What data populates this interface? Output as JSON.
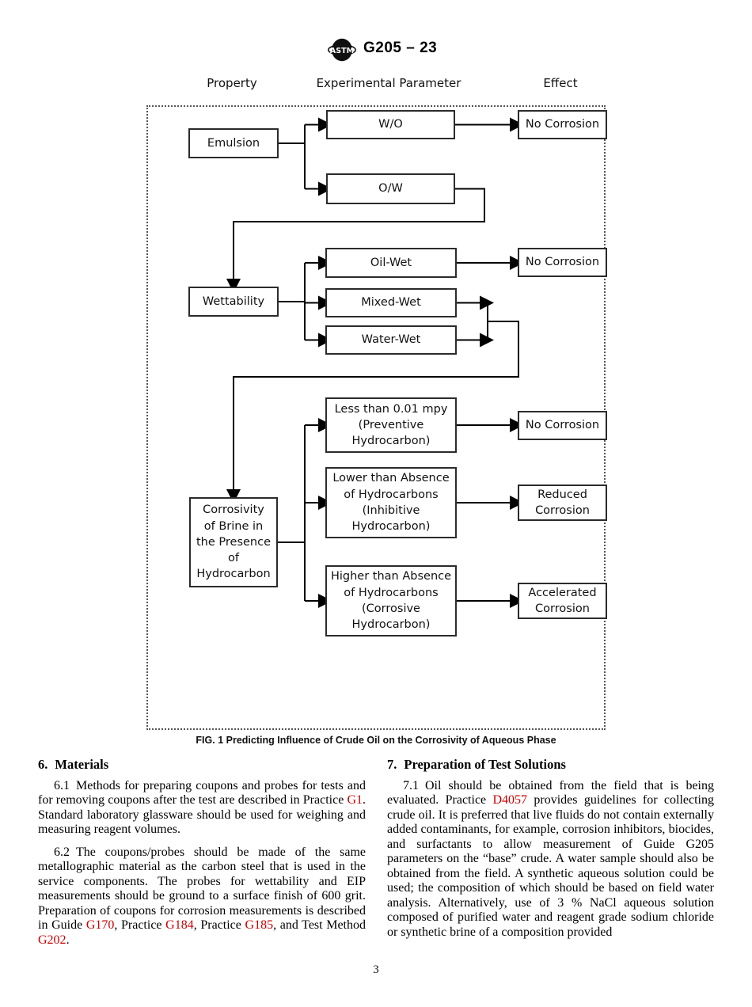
{
  "header": {
    "code": "G205 – 23",
    "logo": "astm-logo"
  },
  "figure": {
    "column_headers": [
      "Property",
      "Experimental Parameter",
      "Effect"
    ],
    "caption": "FIG. 1 Predicting Influence of Crude Oil on the Corrosivity of Aqueous Phase",
    "nodes": {
      "emulsion": "Emulsion",
      "wo": "W/O",
      "no_corrosion_1": "No Corrosion",
      "ow": "O/W",
      "oil_wet": "Oil-Wet",
      "no_corrosion_2": "No Corrosion",
      "wettability": "Wettability",
      "mixed_wet": "Mixed-Wet",
      "water_wet": "Water-Wet",
      "less_than": "Less than 0.01 mpy\n(Preventive\nHydrocarbon)",
      "no_corrosion_3": "No Corrosion",
      "lower_than": "Lower than Absence\nof Hydrocarbons\n(Inhibitive\nHydrocarbon)",
      "reduced": "Reduced\nCorrosion",
      "corrosivity": "Corrosivity\nof Brine in\nthe Presence\nof\nHydrocarbon",
      "higher_than": "Higher than Absence\nof Hydrocarbons\n(Corrosive\nHydrocarbon)",
      "accelerated": "Accelerated\nCorrosion"
    }
  },
  "sections": {
    "materials": {
      "number": "6.",
      "title": "Materials",
      "paragraphs": [
        [
          {
            "text": "6.1 Methods for preparing coupons and probes for tests and for removing coupons after the test are described in Practice "
          },
          {
            "text": "G1",
            "link": true
          },
          {
            "text": ". Standard laboratory glassware should be used for weighing and measuring reagent volumes."
          }
        ],
        [
          {
            "text": "6.2 The coupons/probes should be made of the same metallographic material as the carbon steel that is used in the service components. The probes for wettability and EIP measurements should be ground to a surface finish of 600 grit. Preparation of coupons for corrosion measurements is described in Guide "
          },
          {
            "text": "G170",
            "link": true
          },
          {
            "text": ", Practice "
          },
          {
            "text": "G184",
            "link": true
          },
          {
            "text": ", Practice "
          },
          {
            "text": "G185",
            "link": true
          },
          {
            "text": ", and Test Method "
          },
          {
            "text": "G202",
            "link": true
          },
          {
            "text": "."
          }
        ]
      ]
    },
    "test_solutions": {
      "number": "7.",
      "title": "Preparation of Test Solutions",
      "paragraphs": [
        [
          {
            "text": "7.1 Oil should be obtained from the field that is being evaluated. Practice "
          },
          {
            "text": "D4057",
            "link": true
          },
          {
            "text": " provides guidelines for collecting crude oil. It is preferred that live fluids do not contain externally added contaminants, for example, corrosion inhibitors, biocides, and surfactants to allow measurement of Guide G205 parameters on the “base” crude. A water sample should also be obtained from the field. A synthetic aqueous solution could be used; the composition of which should be based on field water analysis. Alternatively, use of 3 % NaCl aqueous solution composed of purified water and reagent grade sodium chloride or synthetic brine of a composition provided"
          }
        ]
      ]
    }
  },
  "footer": {
    "page_number": "3"
  },
  "colors": {
    "link": "#CC0000",
    "ink": "#000000"
  }
}
